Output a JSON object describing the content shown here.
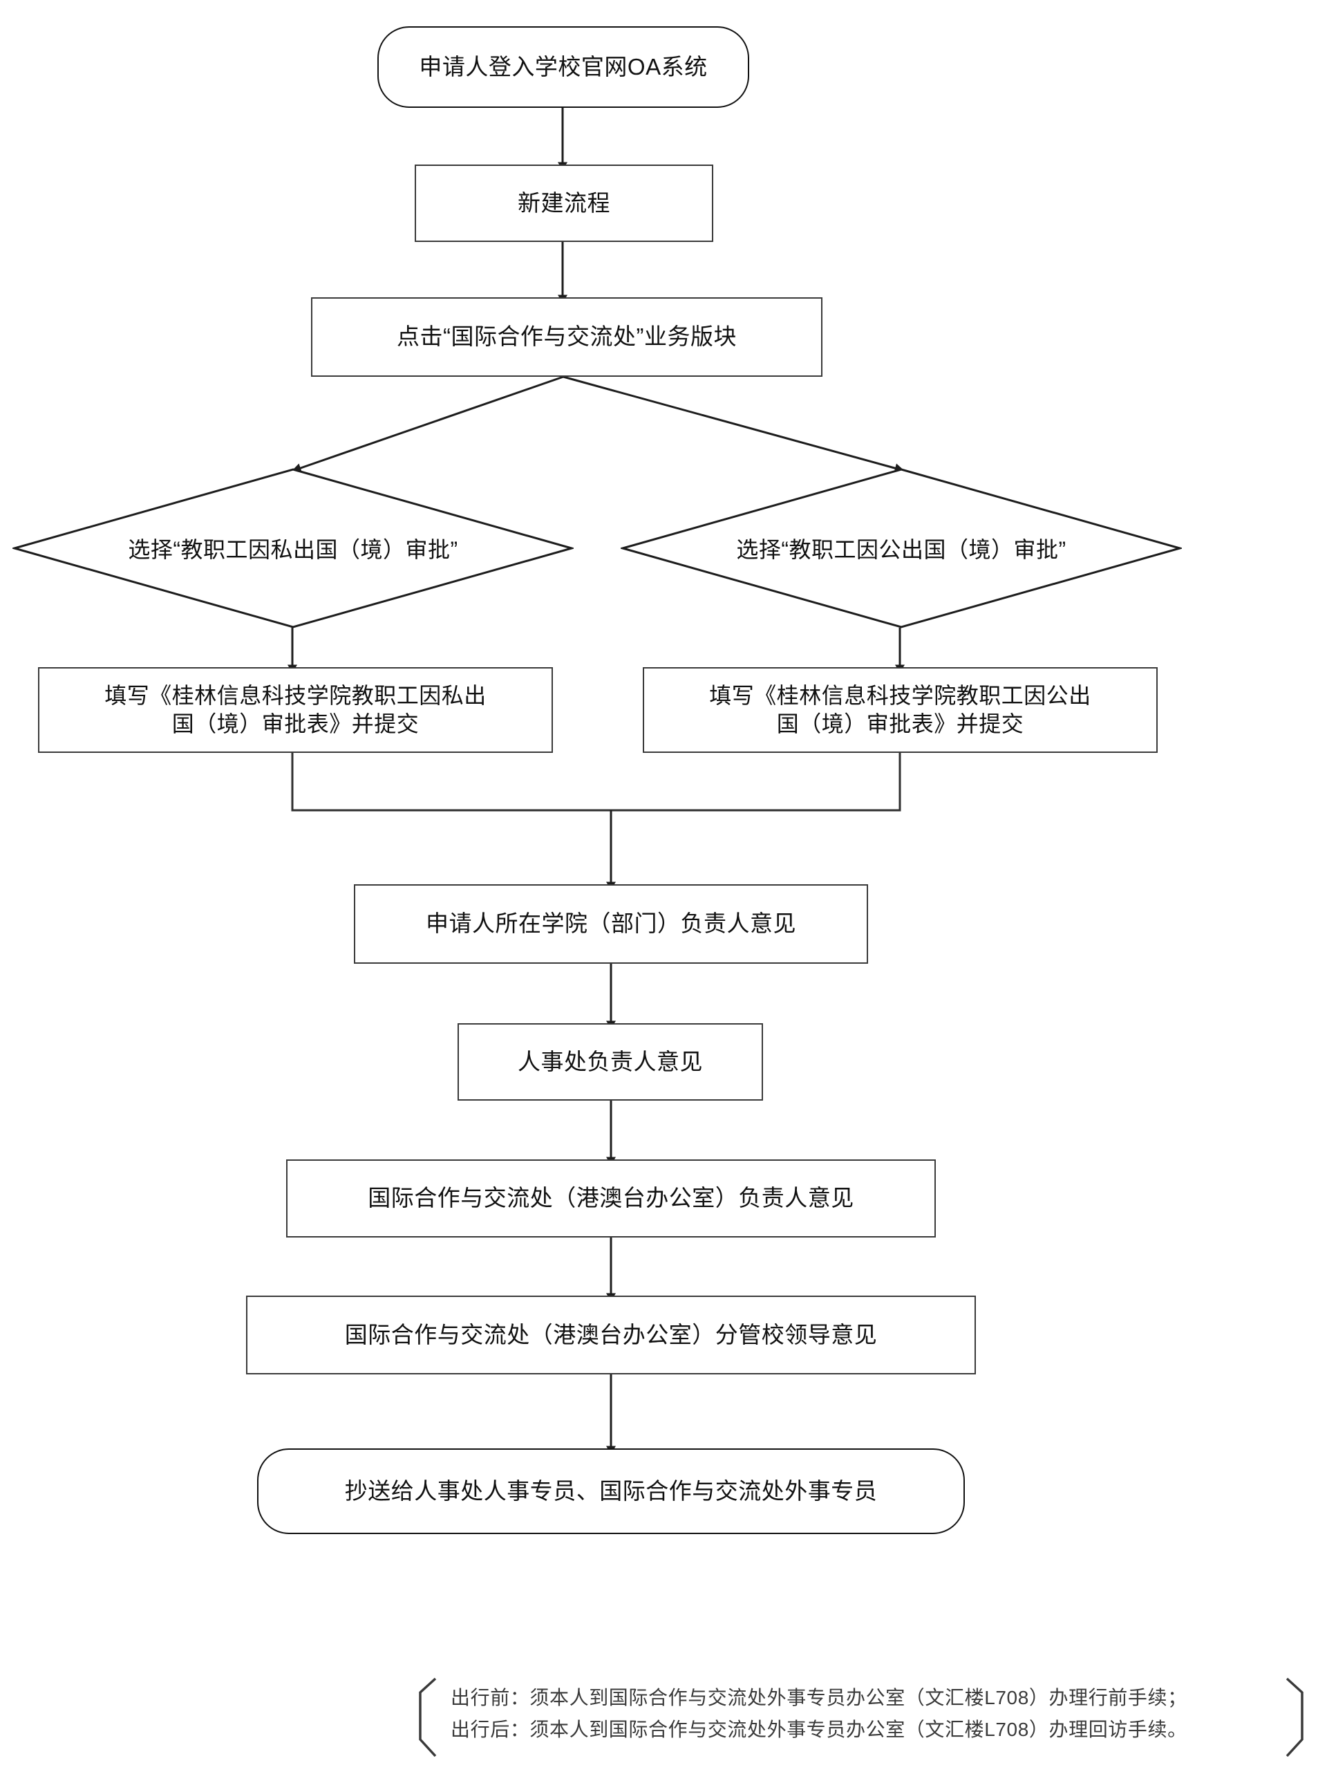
{
  "diagram": {
    "type": "flowchart",
    "orientation": "top-to-bottom",
    "background_color": "#ffffff",
    "line_color": "#2f2f2f",
    "text_color": "#111111"
  },
  "nodes": {
    "start": {
      "shape": "rounded-rectangle",
      "text": "申请人登入学校官网OA系统"
    },
    "new_process": {
      "shape": "rectangle",
      "text": "新建流程"
    },
    "click_module": {
      "shape": "rectangle",
      "text": "点击“国际合作与交流处”业务版块"
    },
    "decision_private": {
      "shape": "diamond",
      "text": "选择“教职工因私出国（境）审批”"
    },
    "decision_public": {
      "shape": "diamond",
      "text": "选择“教职工因公出国（境）审批”"
    },
    "form_private": {
      "shape": "rectangle",
      "text": "填写《桂林信息科技学院教职工因私出\n国（境）审批表》并提交"
    },
    "form_public": {
      "shape": "rectangle",
      "text": "填写《桂林信息科技学院教职工因公出\n国（境）审批表》并提交"
    },
    "college_opinion": {
      "shape": "rectangle",
      "text": "申请人所在学院（部门）负责人意见"
    },
    "hr_opinion": {
      "shape": "rectangle",
      "text": "人事处负责人意见"
    },
    "intl_office_opinion": {
      "shape": "rectangle",
      "text": "国际合作与交流处（港澳台办公室）负责人意见"
    },
    "school_leader_opinion": {
      "shape": "rectangle",
      "text": "国际合作与交流处（港澳台办公室）分管校领导意见"
    },
    "cc_specialists": {
      "shape": "rounded-rectangle",
      "text": "抄送给人事处人事专员、国际合作与交流处外事专员"
    }
  },
  "footnote": {
    "shape": "bracket-banner",
    "line1": "出行前：须本人到国际合作与交流处外事专员办公室（文汇楼L708）办理行前手续；",
    "line2": "出行后：须本人到国际合作与交流处外事专员办公室（文汇楼L708）办理回访手续。"
  }
}
